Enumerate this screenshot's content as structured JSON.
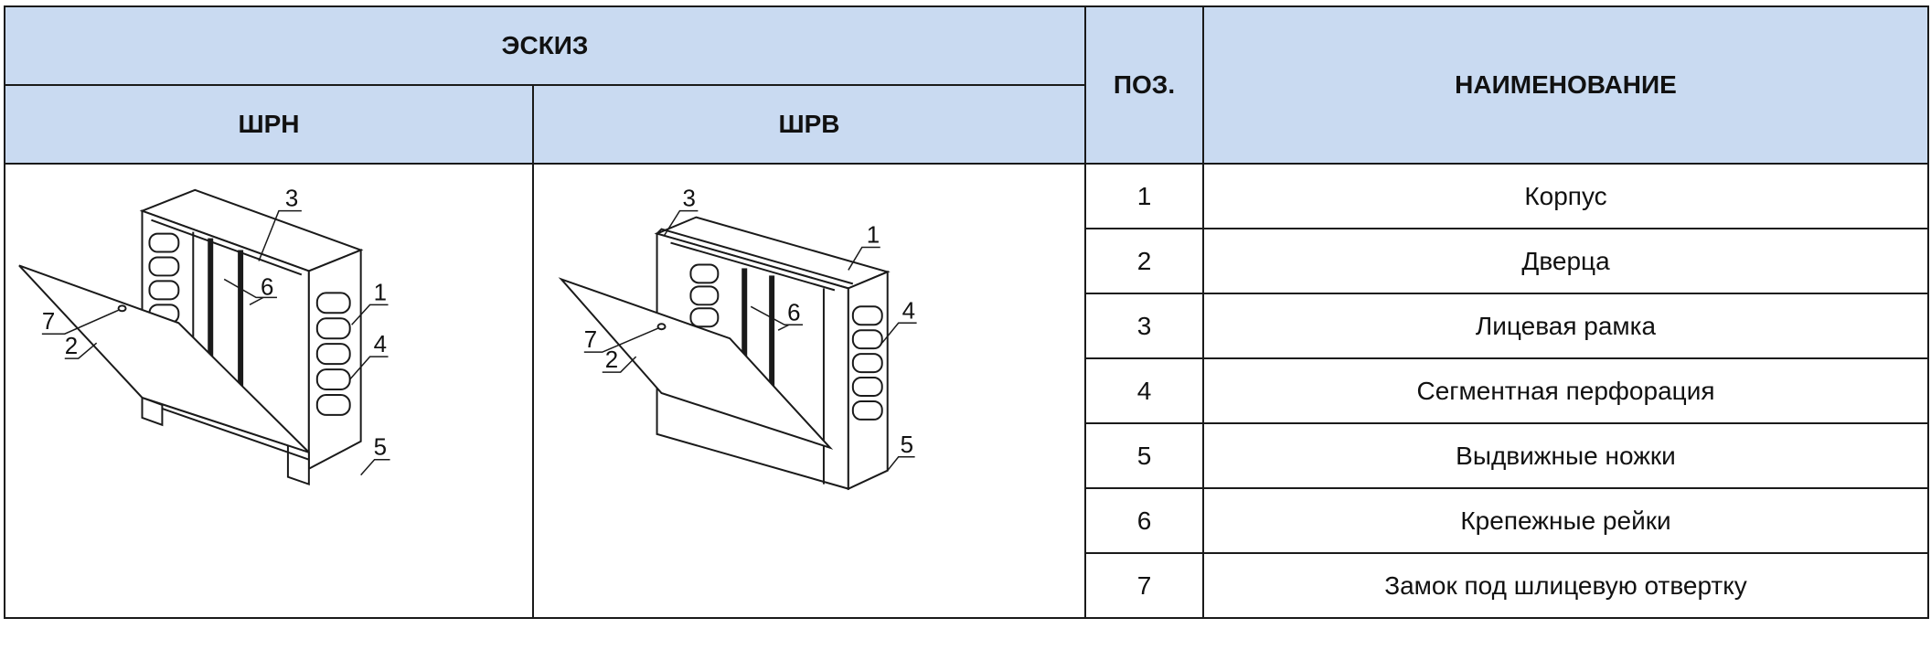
{
  "header": {
    "sketch": "ЭСКИЗ",
    "shrn": "ШРН",
    "shrv": "ШРВ",
    "pos": "ПОЗ.",
    "name": "НАИМЕНОВАНИЕ"
  },
  "rows": [
    {
      "pos": "1",
      "name": "Корпус"
    },
    {
      "pos": "2",
      "name": "Дверца"
    },
    {
      "pos": "3",
      "name": "Лицевая рамка"
    },
    {
      "pos": "4",
      "name": "Сегментная перфорация"
    },
    {
      "pos": "5",
      "name": "Выдвижные ножки"
    },
    {
      "pos": "6",
      "name": "Крепежные рейки"
    },
    {
      "pos": "7",
      "name": "Замок под шлицевую отвертку"
    }
  ],
  "callouts": {
    "shrn": [
      "1",
      "2",
      "3",
      "4",
      "5",
      "6",
      "7"
    ],
    "shrv": [
      "1",
      "2",
      "3",
      "4",
      "5",
      "6",
      "7"
    ]
  },
  "colors": {
    "header_bg": "#c9daf1",
    "border": "#1a1a1a"
  }
}
